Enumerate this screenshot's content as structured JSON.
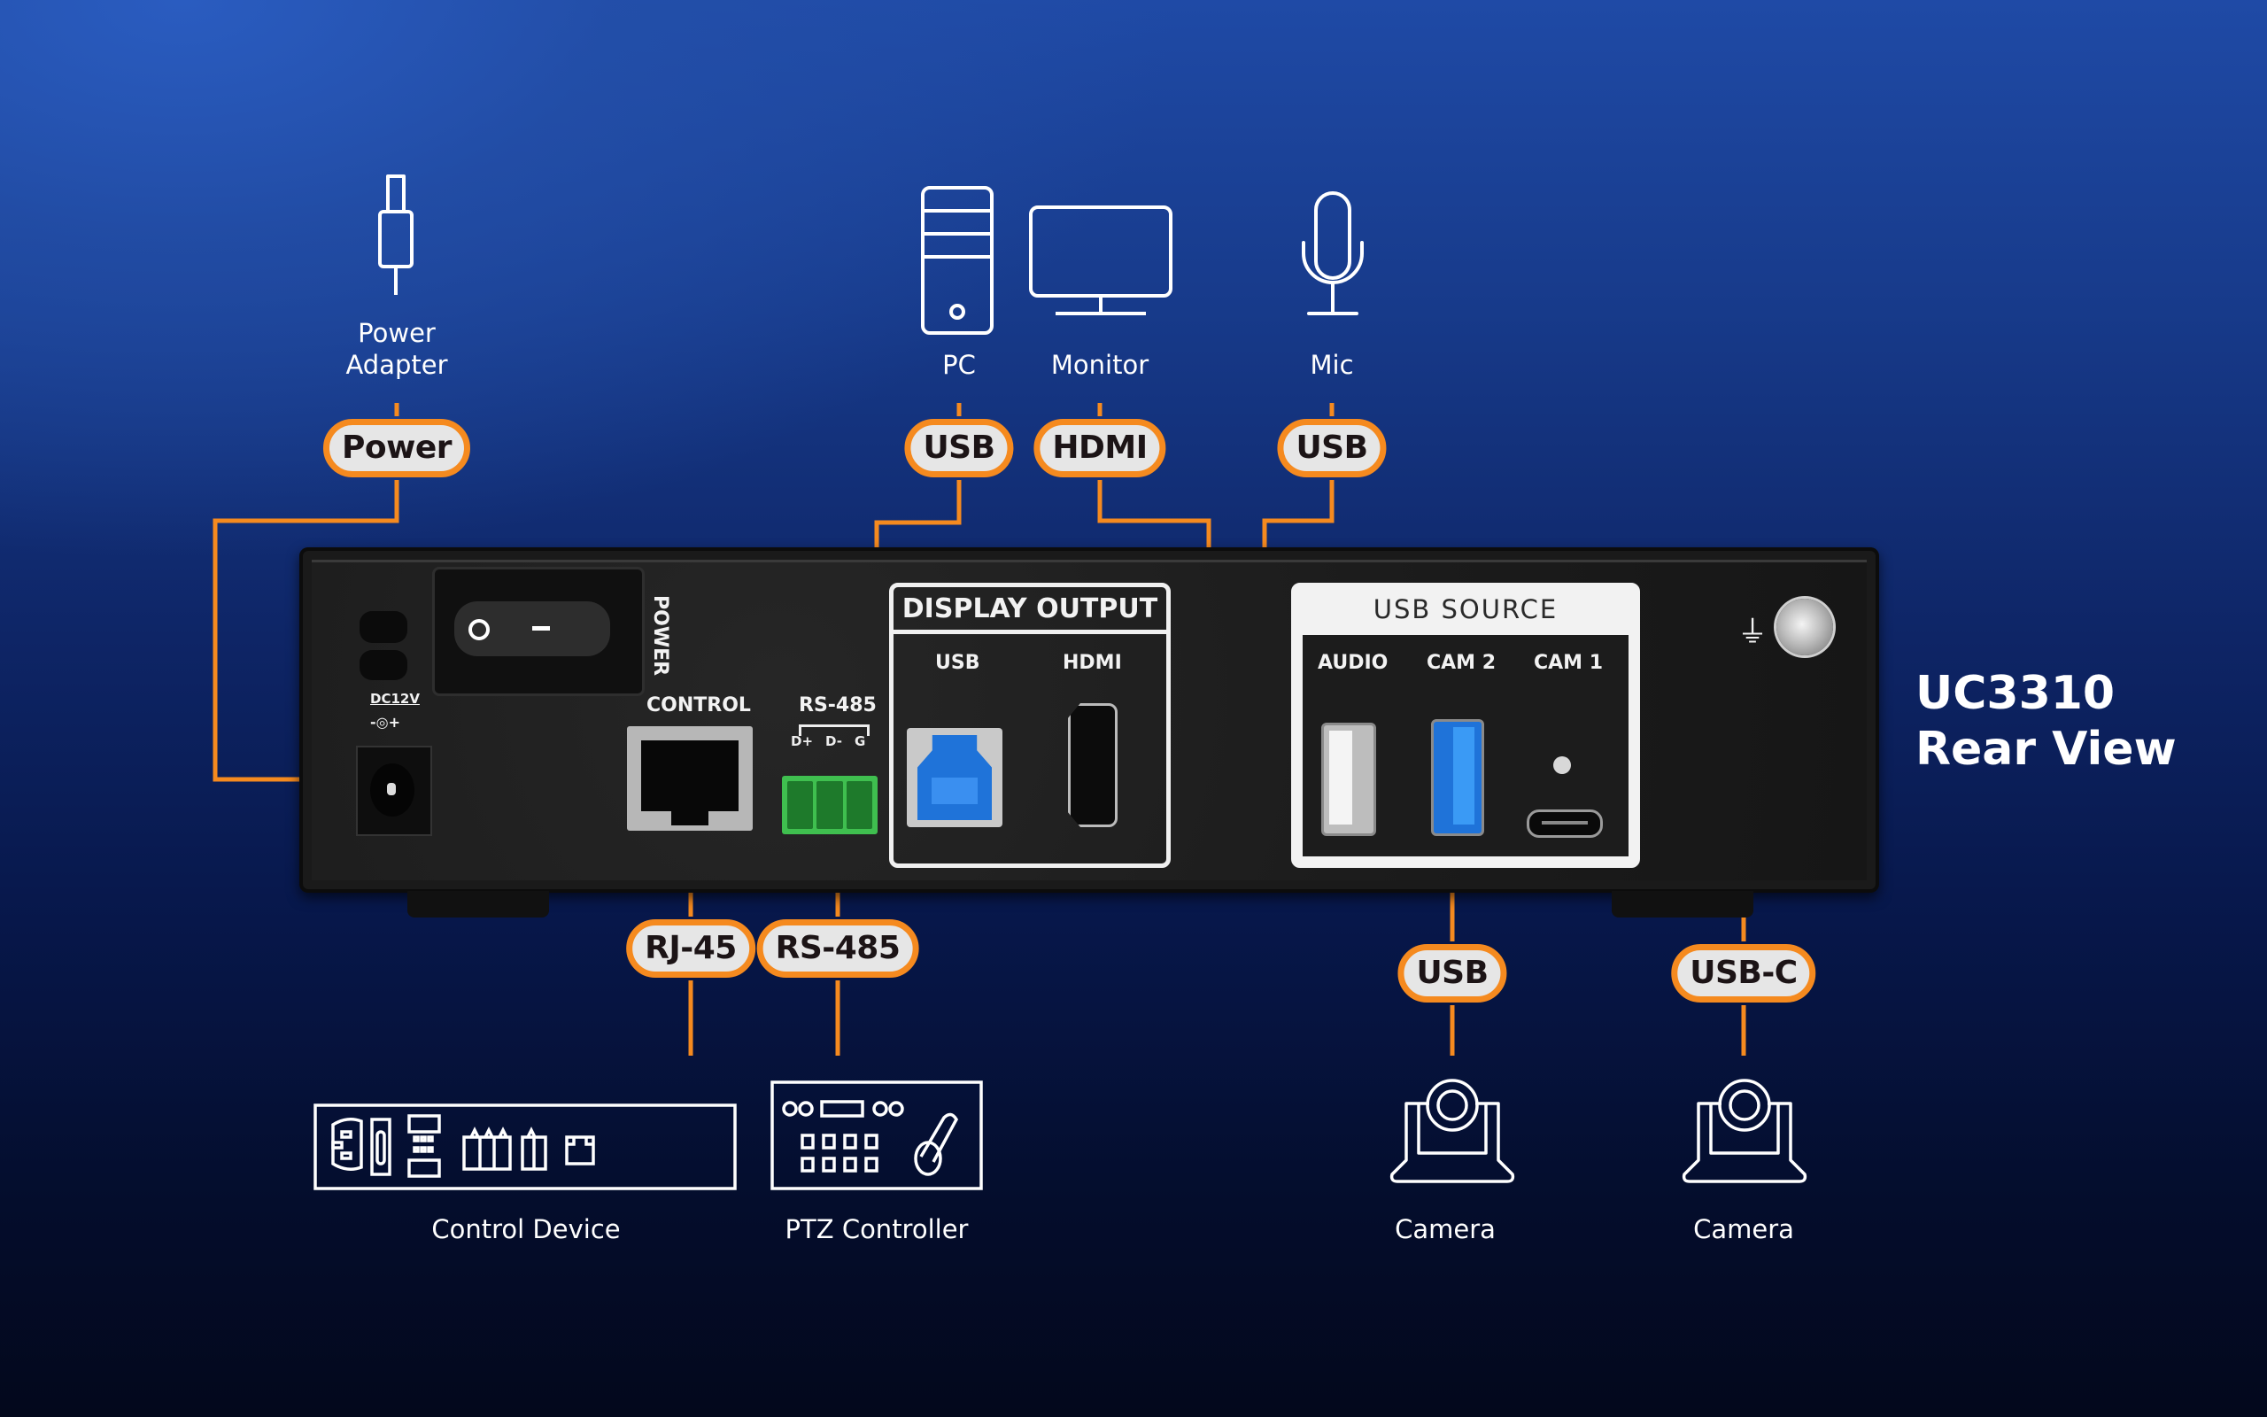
{
  "title": {
    "line1": "UC3310",
    "line2": "Rear View"
  },
  "colors": {
    "accent": "#f58a1f",
    "badge_fill": "#e6e6e6",
    "badge_text": "#1c1416",
    "device": "#1a1a1a",
    "rs485_green": "#3fbf4f",
    "usb3_blue": "#1f73d9"
  },
  "top_devices": [
    {
      "icon": "power-adapter-icon",
      "label_line1": "Power",
      "label_line2": "Adapter",
      "connector": "Power"
    },
    {
      "icon": "pc-tower-icon",
      "label": "PC",
      "connector": "USB"
    },
    {
      "icon": "monitor-icon",
      "label": "Monitor",
      "connector": "HDMI"
    },
    {
      "icon": "microphone-icon",
      "label": "Mic",
      "connector": "USB"
    }
  ],
  "bottom_devices": [
    {
      "icon": "control-device-icon",
      "label": "Control Device",
      "connector": "RJ-45"
    },
    {
      "icon": "ptz-controller-icon",
      "label": "PTZ Controller",
      "connector": "RS-485"
    },
    {
      "icon": "camera-icon",
      "label": "Camera",
      "connector": "USB"
    },
    {
      "icon": "camera-icon",
      "label": "Camera",
      "connector": "USB-C"
    }
  ],
  "panel": {
    "power_switch_label": "POWER",
    "dc_label": "DC12V",
    "dc_polarity": "-◎+",
    "control_label": "CONTROL",
    "rs485_label": "RS-485",
    "rs485_pins": [
      "D+",
      "D-",
      "G"
    ],
    "display_output": {
      "header": "DISPLAY OUTPUT",
      "ports": [
        "USB",
        "HDMI"
      ]
    },
    "usb_source": {
      "header": "USB SOURCE",
      "ports": [
        "AUDIO",
        "CAM 2",
        "CAM 1"
      ]
    },
    "ground_symbol": "⏚"
  }
}
